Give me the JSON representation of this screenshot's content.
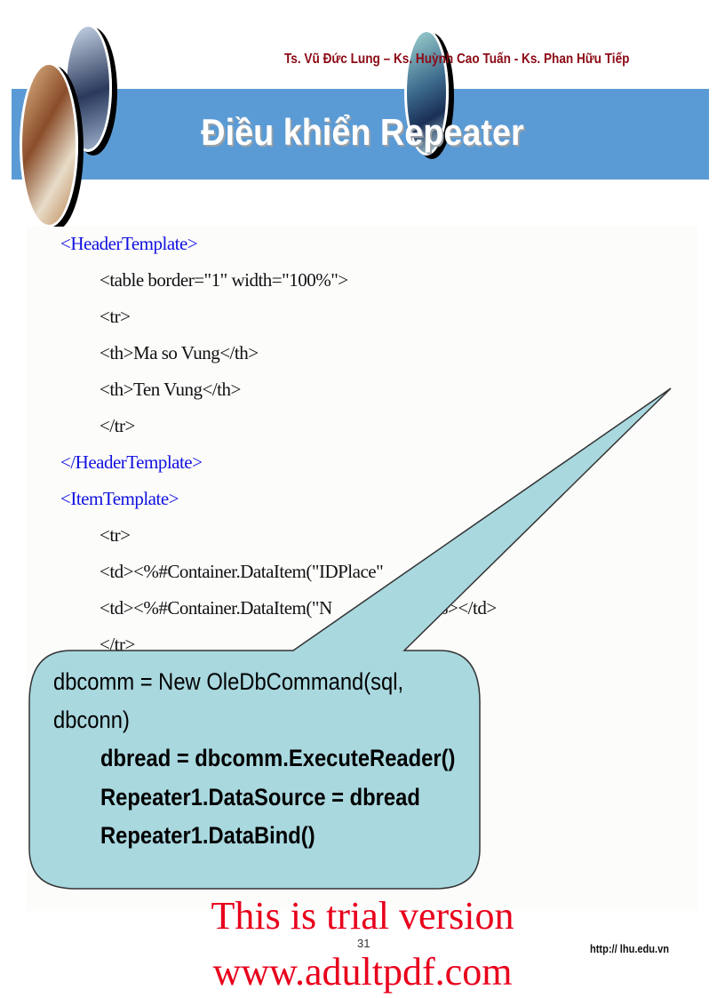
{
  "header": {
    "authors": "Ts. Vũ Đức Lung – Ks. Huỳnh Cao Tuấn - Ks. Phan Hữu Tiếp",
    "title": "Điều khiển Repeater",
    "band_color": "#5b9bd5"
  },
  "code_lines": [
    {
      "text": "<HeaderTemplate>",
      "kind": "tag"
    },
    {
      "text": "<table border=\"1\" width=\"100%\">",
      "kind": "html"
    },
    {
      "text": "<tr>",
      "kind": "html"
    },
    {
      "text": "<th>Ma so Vung</th>",
      "kind": "html"
    },
    {
      "text": "<th>Ten Vung</th>",
      "kind": "html"
    },
    {
      "text": "</tr>",
      "kind": "html"
    },
    {
      "text": "</HeaderTemplate>",
      "kind": "tag"
    },
    {
      "text": "<ItemTemplate>",
      "kind": "tag"
    },
    {
      "text": "<tr>",
      "kind": "html"
    },
    {
      "text": "<td><%#Container.DataItem(\"IDPlace\"",
      "kind": "html"
    },
    {
      "text": "<td><%#Container.DataItem(\"N",
      "kind": "html"
    },
    {
      "text": "</tr>",
      "kind": "html"
    }
  ],
  "code_fragment": "%></td>",
  "callout": {
    "lines": [
      "dbcomm = New OleDbCommand(sql,",
      "dbconn)",
      "dbread = dbcomm.ExecuteReader()",
      "Repeater1.DataSource = dbread",
      "Repeater1.DataBind()"
    ],
    "fill_color": "#a9d8df"
  },
  "footer": {
    "page_number": "31",
    "url": "http:// lhu.edu.vn",
    "watermark_line1": "This is trial version",
    "watermark_line2": "www.adultpdf.com",
    "watermark_color": "#e8001c"
  }
}
